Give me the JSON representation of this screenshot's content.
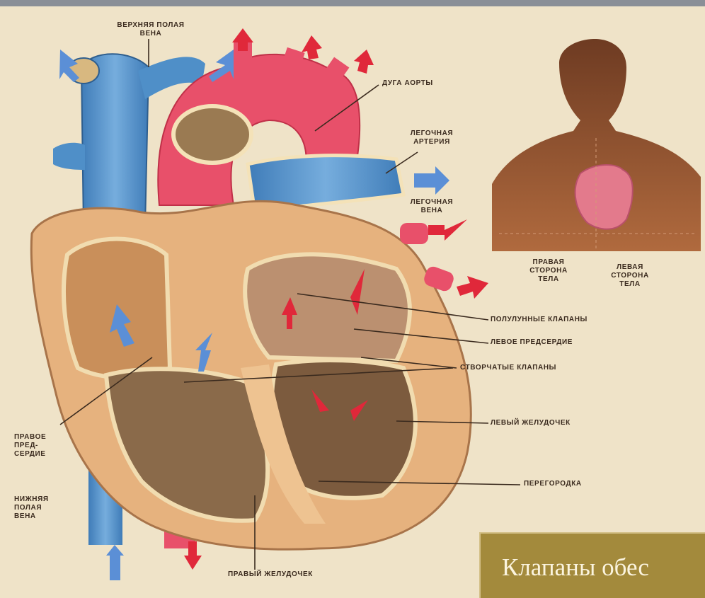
{
  "labels": {
    "svc": [
      "ВЕРХНЯЯ ПОЛАЯ",
      "ВЕНА"
    ],
    "aortic_arch": "ДУГА АОРТЫ",
    "pulmonary_artery": [
      "ЛЕГОЧНАЯ",
      "АРТЕРИЯ"
    ],
    "pulmonary_vein": [
      "ЛЕГОЧНАЯ",
      "ВЕНА"
    ],
    "semilunar_valves": "ПОЛУЛУННЫЕ КЛАПАНЫ",
    "left_atrium": "ЛЕВОЕ ПРЕДСЕРДИЕ",
    "leaflet_valves": "СТВОРЧАТЫЕ КЛАПАНЫ",
    "left_ventricle": "ЛЕВЫЙ ЖЕЛУДОЧЕК",
    "septum": "ПЕРЕГОРОДКА",
    "right_ventricle": "ПРАВЫЙ ЖЕЛУДОЧЕК",
    "right_atrium": [
      "ПРАВОЕ",
      "ПРЕД-",
      "СЕРДИЕ"
    ],
    "ivc": [
      "НИЖНЯЯ",
      "ПОЛАЯ",
      "ВЕНА"
    ],
    "right_body_side": [
      "ПРАВАЯ",
      "СТОРОНА",
      "ТЕЛА"
    ],
    "left_body_side": [
      "ЛЕВАЯ",
      "СТОРОНА",
      "ТЕЛА"
    ]
  },
  "caption": "Клапаны обес",
  "colors": {
    "background": "#efe3c8",
    "muscle": "#e6b27e",
    "vein_blue": "#4f8fc8",
    "artery_red": "#e8506a",
    "arrow_red": "#e0283a",
    "arrow_blue": "#5b8fd6",
    "silhouette": "#8a4a2c",
    "caption_bg": "#a38a3c"
  }
}
